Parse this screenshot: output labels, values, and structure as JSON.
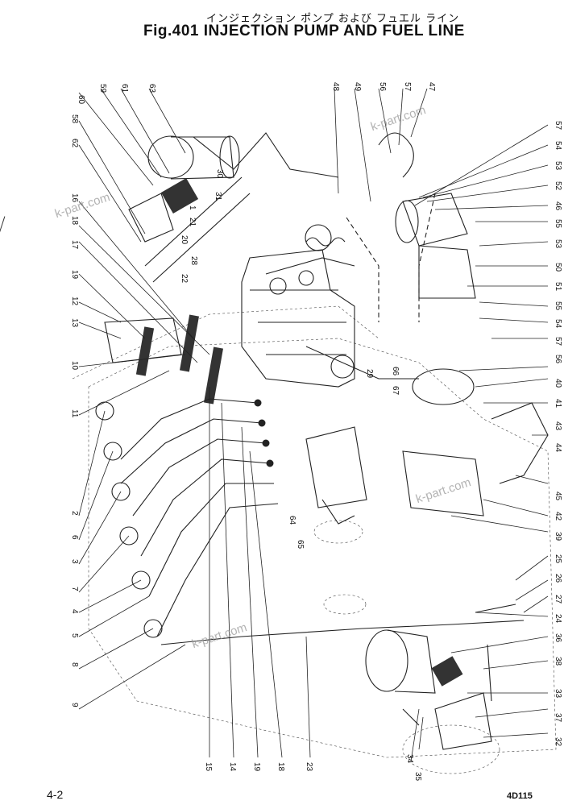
{
  "header": {
    "title_jp": "インジェクション ポンプ および フュエル ライン",
    "title_en": "Fig.401 INJECTION PUMP AND FUEL LINE"
  },
  "footer": {
    "page": "4-2",
    "model": "4D115"
  },
  "watermark": "k-part.com",
  "callouts": {
    "top": [
      "60",
      "59",
      "61",
      "63",
      "58",
      "62",
      "48",
      "49",
      "56",
      "57",
      "47"
    ],
    "right": [
      "57",
      "54",
      "53",
      "52",
      "46",
      "55",
      "53",
      "50",
      "51",
      "55",
      "54",
      "57",
      "56",
      "40",
      "41",
      "43",
      "44",
      "45",
      "42",
      "39",
      "25",
      "26",
      "27",
      "24",
      "36",
      "38",
      "33",
      "37",
      "32"
    ],
    "left": [
      "16",
      "18",
      "17",
      "19",
      "12",
      "13",
      "10",
      "11",
      "2",
      "6",
      "3",
      "7",
      "4",
      "5",
      "8",
      "9"
    ],
    "bottom": [
      "15",
      "14",
      "19",
      "18",
      "23",
      "34",
      "35"
    ],
    "center": [
      "30",
      "31",
      "1",
      "21",
      "20",
      "28",
      "22",
      "29",
      "66",
      "67",
      "64",
      "65"
    ]
  }
}
